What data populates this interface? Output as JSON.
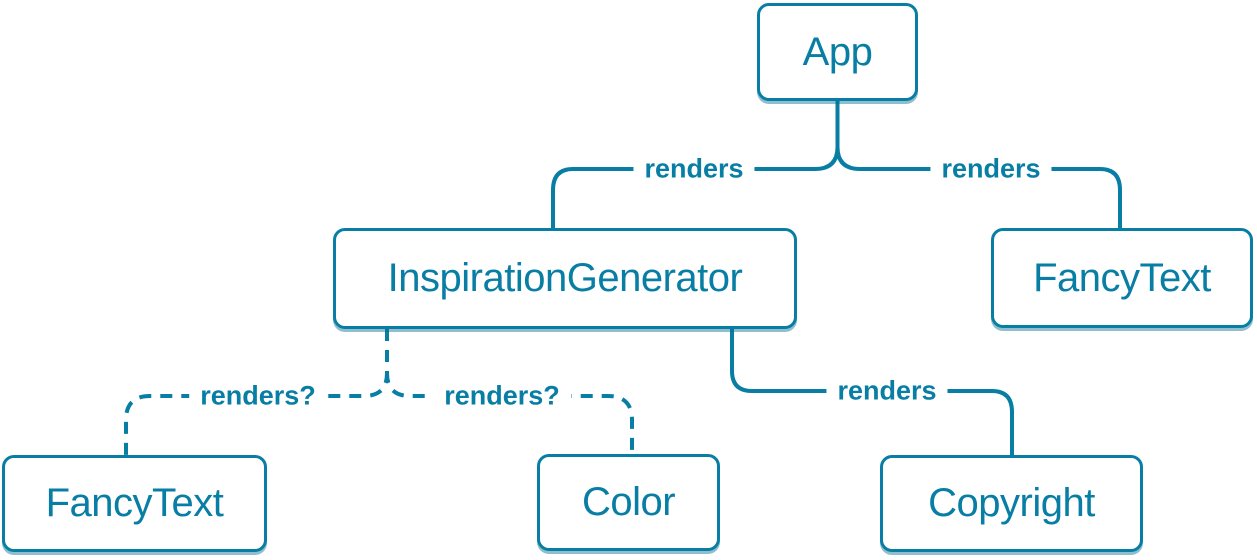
{
  "diagram": {
    "type": "component-render-tree",
    "accent_color": "#087ea4",
    "background_color": "#ffffff",
    "nodes": [
      {
        "id": "app",
        "label": "App"
      },
      {
        "id": "inspiration-generator",
        "label": "InspirationGenerator"
      },
      {
        "id": "fancy-text-top",
        "label": "FancyText"
      },
      {
        "id": "fancy-text-bottom",
        "label": "FancyText"
      },
      {
        "id": "color",
        "label": "Color"
      },
      {
        "id": "copyright",
        "label": "Copyright"
      }
    ],
    "edges": [
      {
        "from": "App",
        "to": "InspirationGenerator",
        "label": "renders",
        "style": "solid"
      },
      {
        "from": "App",
        "to": "FancyText",
        "label": "renders",
        "style": "solid"
      },
      {
        "from": "InspirationGenerator",
        "to": "FancyText",
        "label": "renders?",
        "style": "dashed"
      },
      {
        "from": "InspirationGenerator",
        "to": "Color",
        "label": "renders?",
        "style": "dashed"
      },
      {
        "from": "InspirationGenerator",
        "to": "Copyright",
        "label": "renders",
        "style": "solid"
      }
    ]
  }
}
